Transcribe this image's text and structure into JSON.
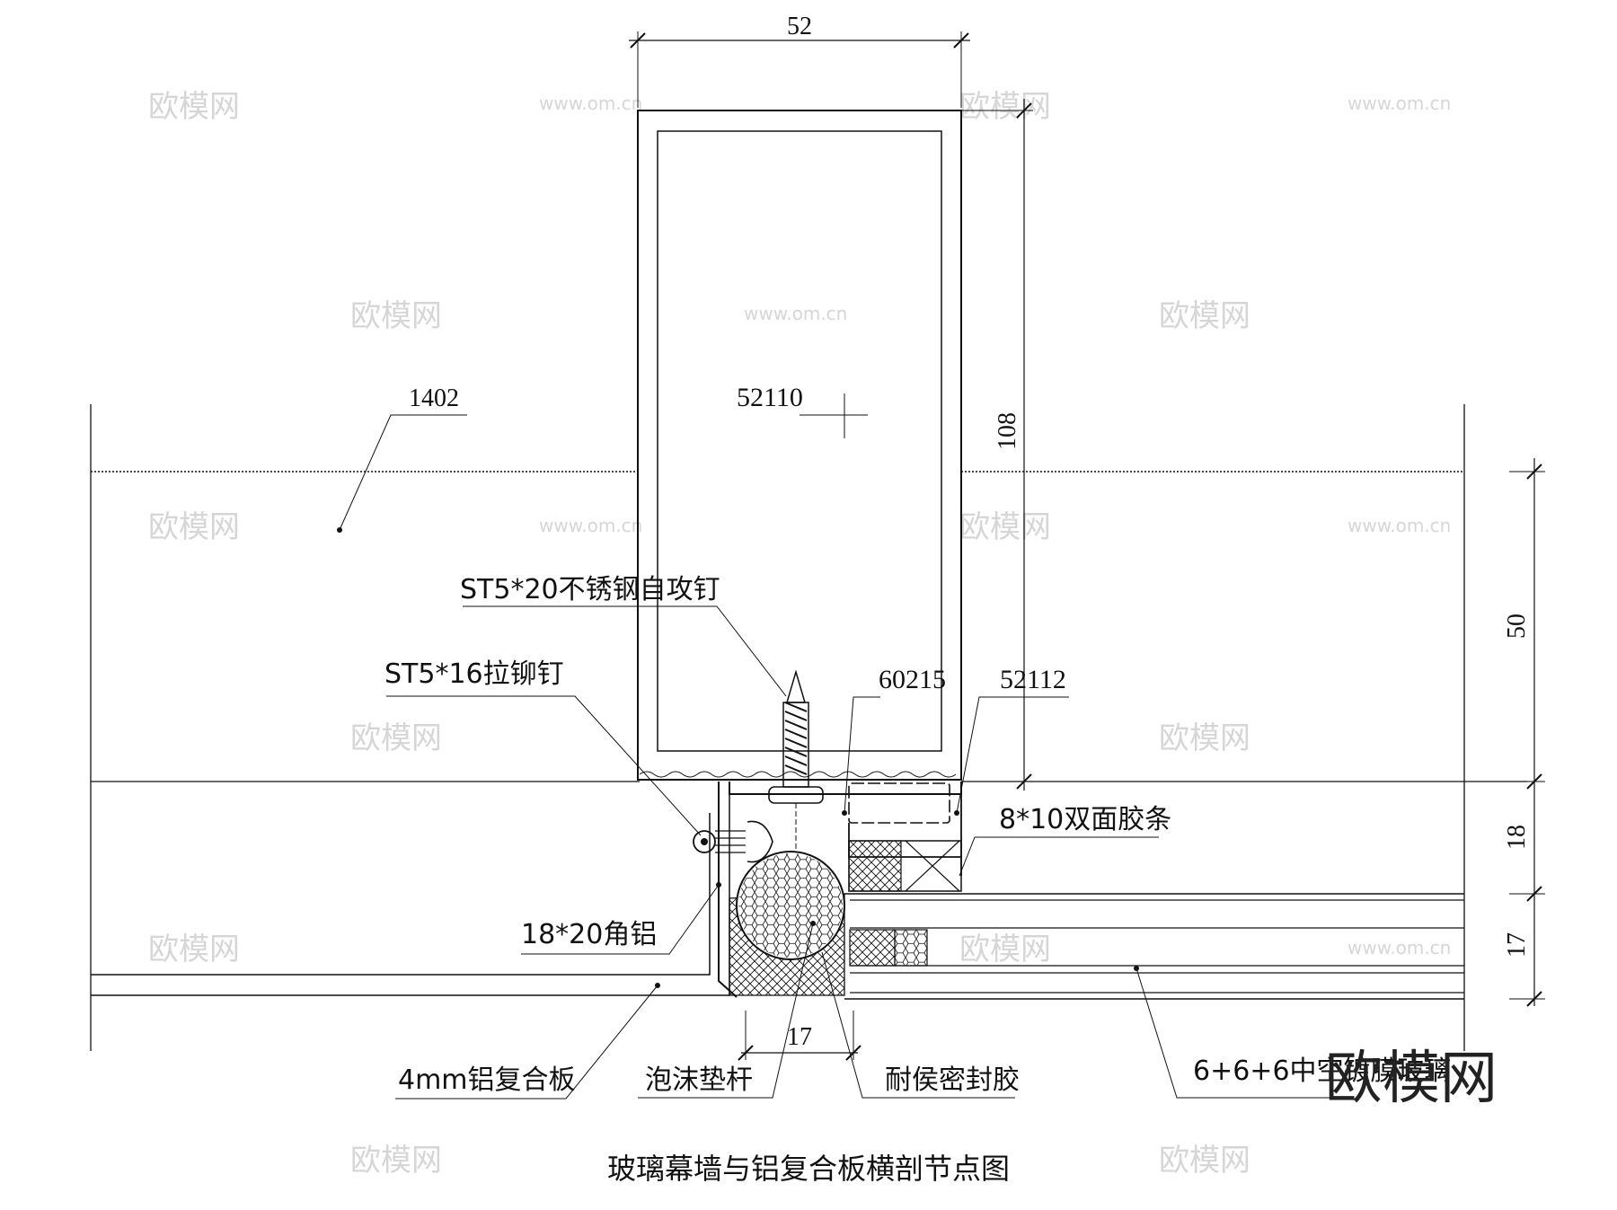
{
  "title": "玻璃幕墙与铝复合板横剖节点图",
  "watermark": {
    "logo_text": "欧模网",
    "url_text": "www.om.cn",
    "corner_logo": "欧模网"
  },
  "dimensions": {
    "width_top": "52",
    "height_right": "108",
    "right_50": "50",
    "right_18": "18",
    "right_17": "17",
    "bottom_17": "17"
  },
  "labels": {
    "panel_1402": "1402",
    "profile_52110": "52110",
    "screw": "ST5*20不锈钢自攻钉",
    "rivet": "ST5*16拉铆钉",
    "profile_60215": "60215",
    "profile_52112": "52112",
    "tape": "8*10双面胶条",
    "angle": "18*20角铝",
    "acp": "4mm铝复合板",
    "foam": "泡沫垫杆",
    "sealant": "耐侯密封胶",
    "glass": "6+6+6中空镀膜玻璃"
  },
  "colors": {
    "line": "#111111",
    "watermark": "#d6d6d6"
  }
}
